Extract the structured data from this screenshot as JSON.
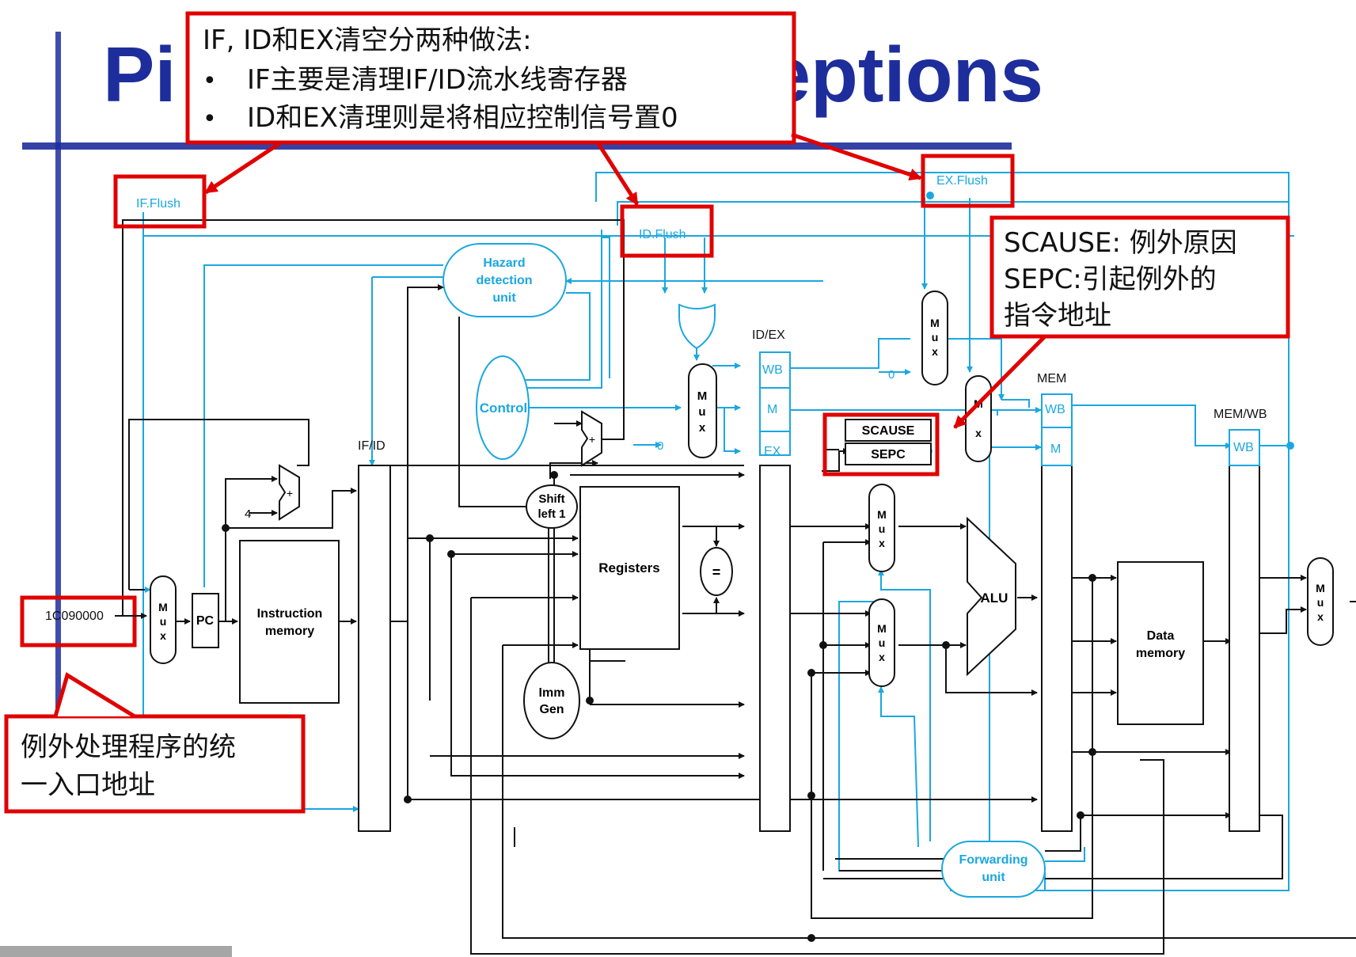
{
  "slide": {
    "title_left": "Pi",
    "title_right": "ceptions",
    "colors": {
      "title": "#1e2d9c",
      "callout_border": "#e00000",
      "control_line": "#1aa7e0",
      "data_line": "#111111"
    }
  },
  "callouts": {
    "top": {
      "line1": "IF, ID和EX清空分两种做法:",
      "bullet1": "IF主要是清理IF/ID流水线寄存器",
      "bullet2": "ID和EX清理则是将相应控制信号置0",
      "bullet_glyph": "•"
    },
    "right": {
      "line1": "SCAUSE: 例外原因",
      "line2": "SEPC:引起例外的",
      "line3": "指令地址"
    },
    "bottom_left": {
      "line1": "例外处理程序的统",
      "line2": "一入口地址"
    }
  },
  "labels": {
    "if_flush": "IF.Flush",
    "id_flush": "ID.Flush",
    "ex_flush": "EX.Flush",
    "hazard": [
      "Hazard",
      "detection",
      "unit"
    ],
    "control": "Control",
    "id_ex": "ID/EX",
    "if_id": "IF/ID",
    "ex_mem": "MEM",
    "ex_mem_partial": "M",
    "mem_wb": "MEM/WB",
    "wb": "WB",
    "m": "M",
    "ex": "EX",
    "scause": "SCAUSE",
    "sepc": "SEPC",
    "mux": [
      "M",
      "u",
      "x"
    ],
    "pc": "PC",
    "instruction_memory": [
      "Instruction",
      "memory"
    ],
    "registers": "Registers",
    "shift_left": [
      "Shift",
      "left 1"
    ],
    "imm_gen": [
      "Imm",
      "Gen"
    ],
    "alu": "ALU",
    "data_memory": [
      "Data",
      "memory"
    ],
    "forwarding": [
      "Forwarding",
      "unit"
    ],
    "equal": "=",
    "plus": "+",
    "four": "4",
    "zero": "0",
    "address": "1C090000"
  }
}
